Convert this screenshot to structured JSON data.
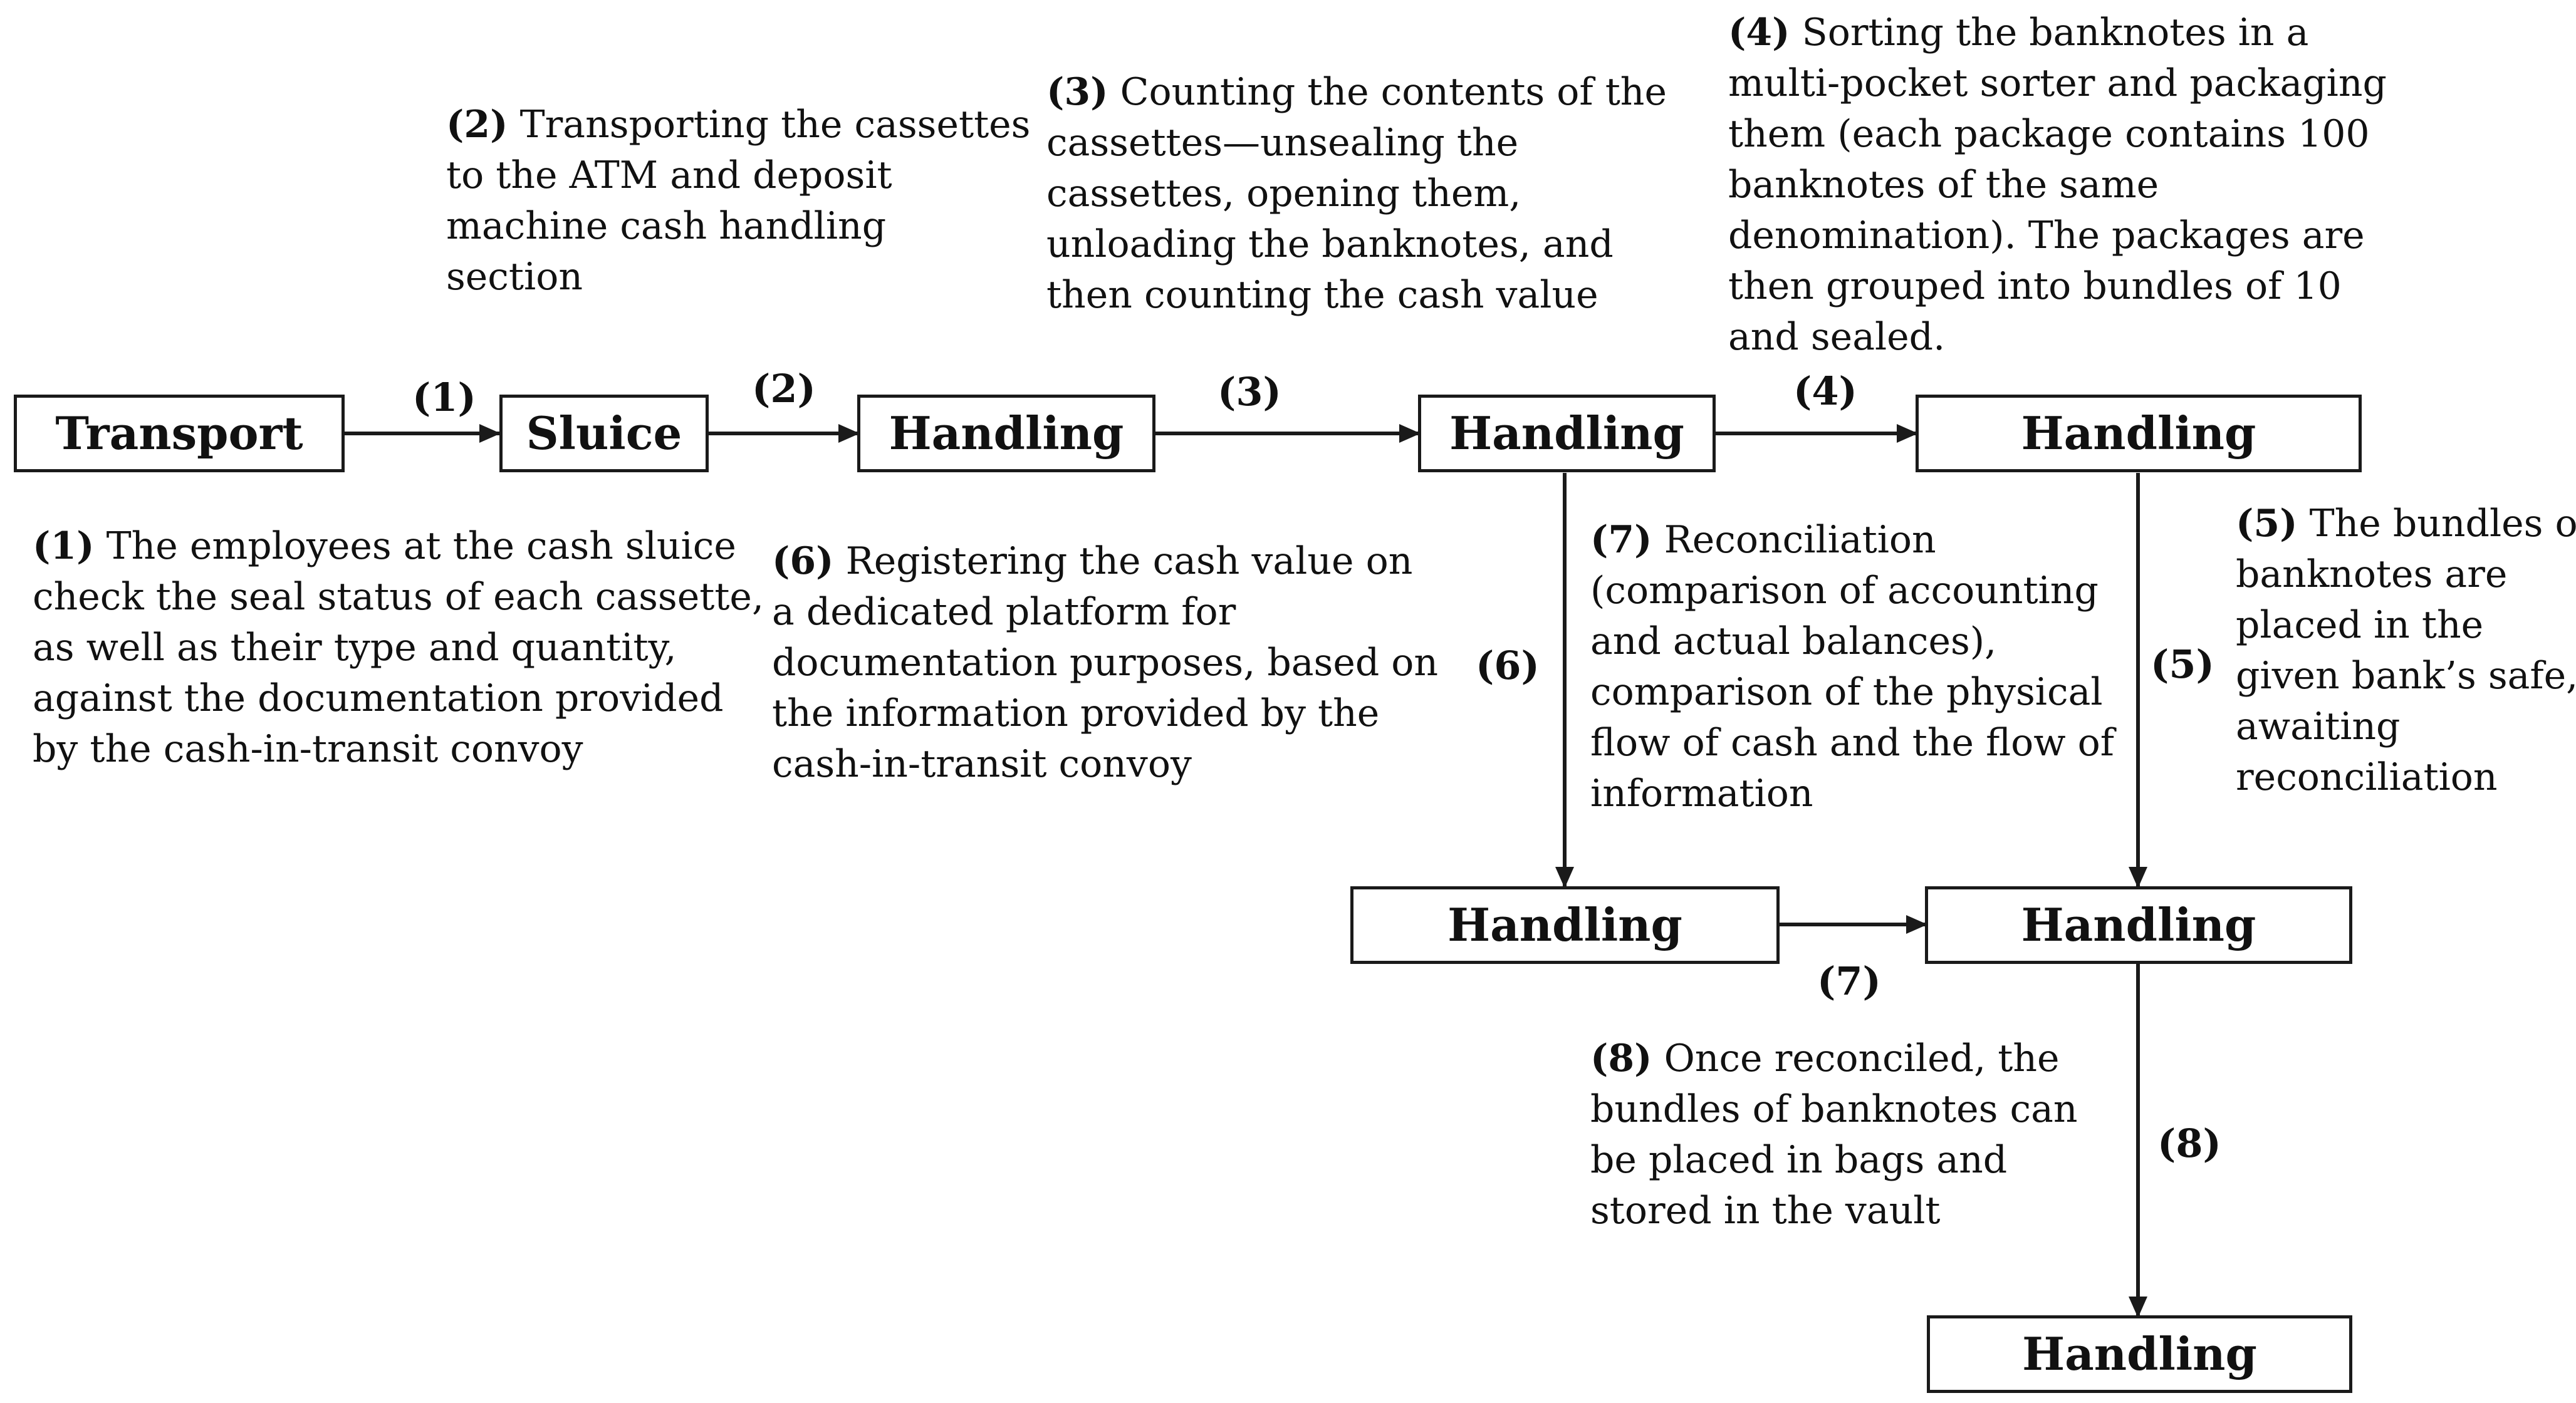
{
  "nodes": {
    "transport": "Transport",
    "sluice": "Sluice",
    "handling_1": "Handling",
    "handling_2": "Handling",
    "handling_3": "Handling",
    "handling_4": "Handling",
    "handling_5": "Handling",
    "handling_6": "Handling"
  },
  "edge_labels": {
    "e1": "(1)",
    "e2": "(2)",
    "e3": "(3)",
    "e4": "(4)",
    "e5": "(5)",
    "e6": "(6)",
    "e7": "(7)",
    "e8": "(8)"
  },
  "descriptions": {
    "d1": {
      "lead": "(1)",
      "lines": [
        "The employees at the cash sluice",
        "check the seal status of each cassette,",
        "as well as their type and quantity,",
        "against the documentation provided",
        "by the cash-in-transit convoy"
      ]
    },
    "d2": {
      "lead": "(2)",
      "lines": [
        "Transporting the cassettes",
        "to the ATM and deposit",
        "machine cash handling",
        "section"
      ]
    },
    "d3": {
      "lead": "(3)",
      "lines": [
        "Counting the contents of the",
        "cassettes—unsealing the",
        "cassettes, opening them,",
        "unloading the banknotes, and",
        "then counting the cash value"
      ]
    },
    "d4": {
      "lead": "(4)",
      "lines": [
        "Sorting the banknotes in a",
        "multi-pocket sorter and packaging",
        "them (each package contains 100",
        "banknotes of the same",
        "denomination). The packages are",
        "then grouped into bundles of 10",
        "and sealed."
      ]
    },
    "d5": {
      "lead": "(5)",
      "lines": [
        "The bundles of",
        "banknotes are",
        "placed in the",
        "given bank’s safe,",
        "awaiting",
        "reconciliation"
      ]
    },
    "d6": {
      "lead": "(6)",
      "lines": [
        "Registering the cash value on",
        "a dedicated platform for",
        "documentation purposes, based on",
        "the information provided by the",
        "cash-in-transit convoy"
      ]
    },
    "d7": {
      "lead": "(7)",
      "lines": [
        "Reconciliation",
        "(comparison of accounting",
        "and actual balances),",
        "comparison of the physical",
        "flow of cash and the flow of",
        "information"
      ]
    },
    "d8": {
      "lead": "(8)",
      "lines": [
        "Once reconciled, the",
        "bundles of banknotes can",
        "be placed in bags and",
        "stored in the vault"
      ]
    }
  }
}
